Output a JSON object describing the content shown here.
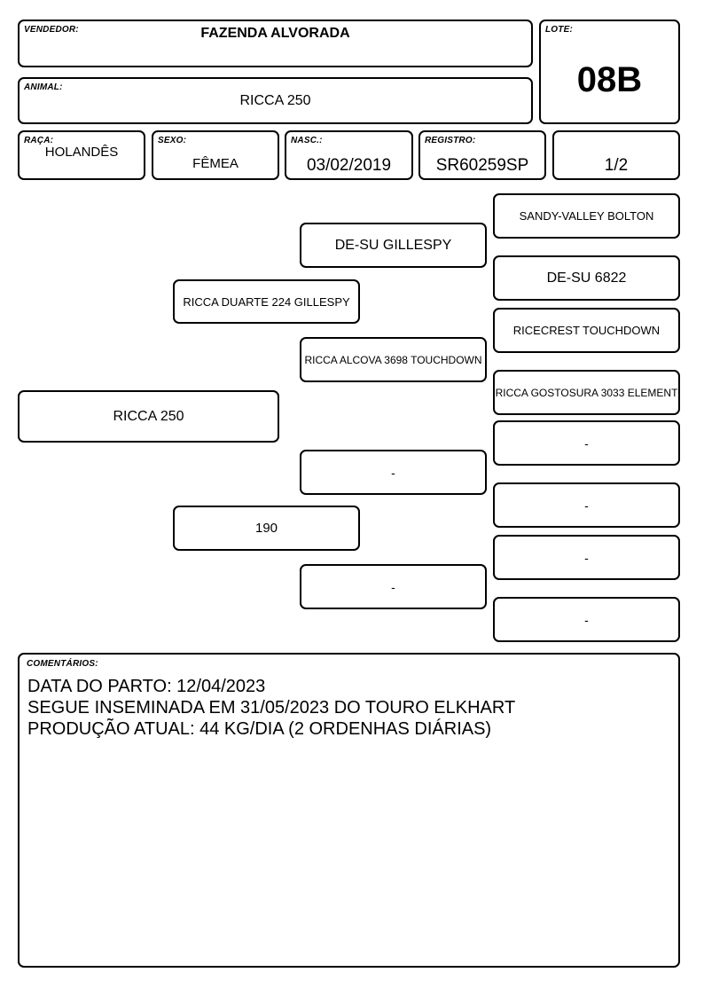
{
  "header": {
    "vendedor_label": "VENDEDOR:",
    "vendedor": "FAZENDA ALVORADA",
    "lote_label": "LOTE:",
    "lote": "08B",
    "animal_label": "ANIMAL:",
    "animal": "RICCA 250"
  },
  "info": {
    "raca_label": "RAÇA:",
    "raca": "HOLANDÊS",
    "sexo_label": "SEXO:",
    "sexo": "FÊMEA",
    "nasc_label": "NASC.:",
    "nasc": "03/02/2019",
    "registro_label": "REGISTRO:",
    "registro": "SR60259SP",
    "fraction": "1/2"
  },
  "pedigree": {
    "animal": "RICCA 250",
    "sire": "RICCA DUARTE 224 GILLESPY",
    "dam": "190",
    "sire_sire": "DE-SU GILLESPY",
    "sire_dam": "RICCA ALCOVA 3698 TOUCHDOWN",
    "dam_sire": "-",
    "dam_dam": "-",
    "g3": [
      "SANDY-VALLEY BOLTON",
      "DE-SU 6822",
      "RICECREST TOUCHDOWN",
      "RICCA GOSTOSURA 3033 ELEMENT",
      "-",
      "-",
      "-",
      "-"
    ]
  },
  "comments": {
    "label": "COMENTÁRIOS:",
    "lines": [
      "DATA DO PARTO: 12/04/2023",
      "SEGUE INSEMINADA EM 31/05/2023 DO TOURO ELKHART",
      "PRODUÇÃO ATUAL: 44 KG/DIA (2 ORDENHAS DIÁRIAS)"
    ]
  }
}
